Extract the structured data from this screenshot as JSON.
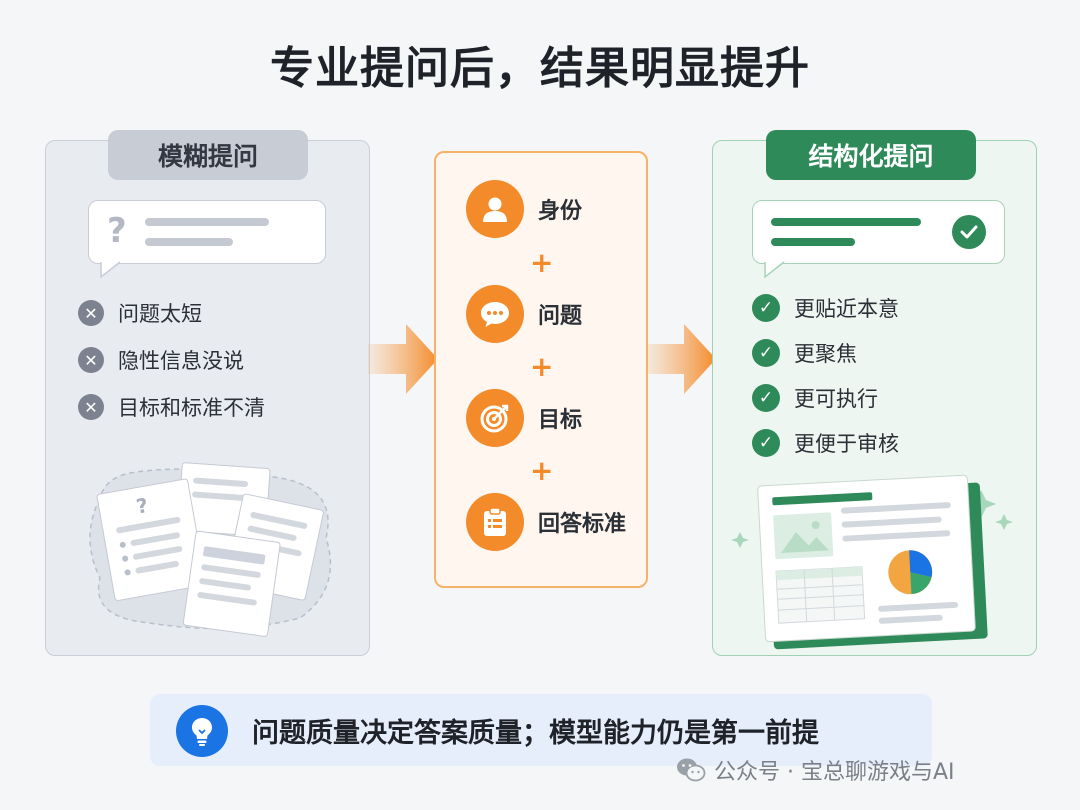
{
  "title": "专业提问后，结果明显提升",
  "left_panel": {
    "heading": "模糊提问",
    "bubble_icon": "?",
    "items": [
      "问题太短",
      "隐性信息没说",
      "目标和标准不清"
    ],
    "colors": {
      "badge": "#7c8290",
      "panel": "#e8ebf0"
    }
  },
  "middle_panel": {
    "items": [
      {
        "label": "身份",
        "icon": "person-icon"
      },
      {
        "label": "问题",
        "icon": "chat-icon"
      },
      {
        "label": "目标",
        "icon": "target-icon"
      },
      {
        "label": "回答标准",
        "icon": "clipboard-icon"
      }
    ],
    "plus": "+",
    "colors": {
      "accent": "#f38b2a",
      "border": "#f7b26a"
    }
  },
  "right_panel": {
    "heading": "结构化提问",
    "items": [
      "更贴近本意",
      "更聚焦",
      "更可执行",
      "更便于审核"
    ],
    "colors": {
      "accent": "#2f8a5a",
      "panel": "#eef6f1"
    }
  },
  "banner": {
    "text": "问题质量决定答案质量；模型能力仍是第一前提",
    "icon": "lightbulb-icon",
    "colors": {
      "icon_bg": "#1b74e4",
      "bg": "#e6eefb"
    }
  },
  "watermark": {
    "text": "公众号 · 宝总聊游戏与AI",
    "icon": "wechat-icon"
  }
}
